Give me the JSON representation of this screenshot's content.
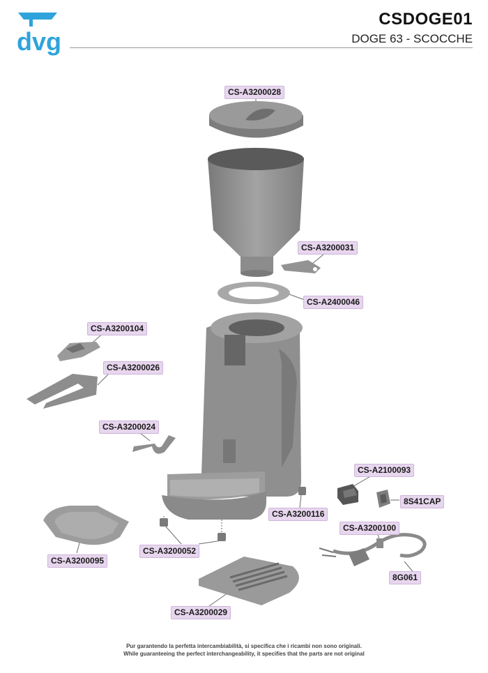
{
  "header": {
    "brand_text": "dvg",
    "code": "CSDOGE01",
    "subtitle": "DOGE 63 - SCOCCHE"
  },
  "parts": [
    {
      "id": "lid",
      "label": "CS-A3200028"
    },
    {
      "id": "hopper-stop",
      "label": "CS-A3200031"
    },
    {
      "id": "gasket",
      "label": "CS-A2400046"
    },
    {
      "id": "fork-clip",
      "label": "CS-A3200104"
    },
    {
      "id": "fork",
      "label": "CS-A3200026"
    },
    {
      "id": "fork-spacer",
      "label": "CS-A3200024"
    },
    {
      "id": "switch",
      "label": "CS-A2100093"
    },
    {
      "id": "switch-cap",
      "label": "8S41CAP"
    },
    {
      "id": "foot-rear",
      "label": "CS-A3200116"
    },
    {
      "id": "power-cord",
      "label": "CS-A3200100"
    },
    {
      "id": "cord-plug",
      "label": "8G061"
    },
    {
      "id": "drip-tray",
      "label": "CS-A3200095"
    },
    {
      "id": "feet",
      "label": "CS-A3200052"
    },
    {
      "id": "bottom-cover",
      "label": "CS-A3200029"
    }
  ],
  "footer": {
    "line1": "Pur garantendo la perfetta intercambiabilità, si specifica che i ricambi non sono originali.",
    "line2": "While guaranteeing the perfect interchangeability, it specifies that the parts are not original"
  },
  "colors": {
    "part_fill": "#8e8e8e",
    "label_bg": "#e7d6ee",
    "brand_blue": "#2fa3db"
  }
}
